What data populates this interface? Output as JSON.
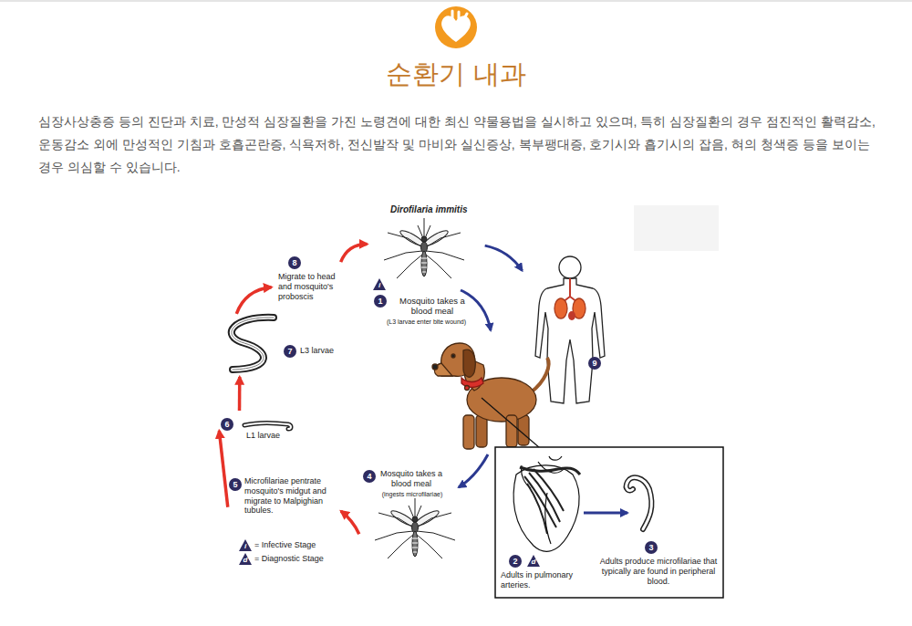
{
  "diagram": {
    "title": "순환기 내과",
    "nodes": [
      {
        "text": [
          "1",
          "Mosquito takes a blood meal",
          "(L3 larvae enter bite wound)"
        ]
      },
      {
        "text": [
          "9"
        ]
      },
      {
        "text": [
          "2",
          "Adults in pulmonary arteries.",
          "3",
          "Adults produce microfilariae that typically are found in peripheral blood."
        ]
      },
      {
        "text": [
          "4",
          "Mosquito takes a blood meal",
          "(ingests microfilariae)"
        ]
      },
      {
        "text": [
          "5",
          "Microfilariae pentrate mosquito's midgut and migrate to Malpighian tubules."
        ]
      },
      {
        "text": [
          "6",
          "L1 larvae"
        ]
      },
      {
        "text": [
          "7",
          "L3 larvae"
        ]
      },
      {
        "text": [
          "8",
          "Migrate to head and mosquito's proboscis"
        ]
      }
    ],
    "edges": [
      {
        "from": 0,
        "to": 1,
        "arrow": "to"
      },
      {
        "from": 7,
        "to": 0,
        "arrow": "to"
      },
      {
        "from": 6,
        "to": 7,
        "arrow": "to"
      },
      {
        "from": 5,
        "to": 6,
        "arrow": "to"
      },
      {
        "from": 4,
        "to": 5,
        "arrow": "to"
      },
      {
        "from": 3,
        "to": 4,
        "arrow": "to"
      }
    ],
    "labels": [
      "심장사상충증 등의 진단과 치료, 만성적 심장질환을 가진 노령견에 대한 최신 약물용법을 실시하고 있으며, 특히 심장질환의 경우 점진적인 활력감소, 운동감소 외에 만성적인 기침과 호흡곤란증, 식욕저하, 전신발작 및 마비와 실신증상, 복부팽대증, 호기시와 흡기시의 잡음, 혀의 청색증 등을 보이는 경우 의심할 수 있습니다.",
      "Dirofilaria immitis",
      "i",
      "d",
      "i",
      "d"
    ],
    "legend": [
      {
        "text": "= Infective Stage"
      },
      {
        "text": "= Diagnostic Stage"
      }
    ]
  }
}
